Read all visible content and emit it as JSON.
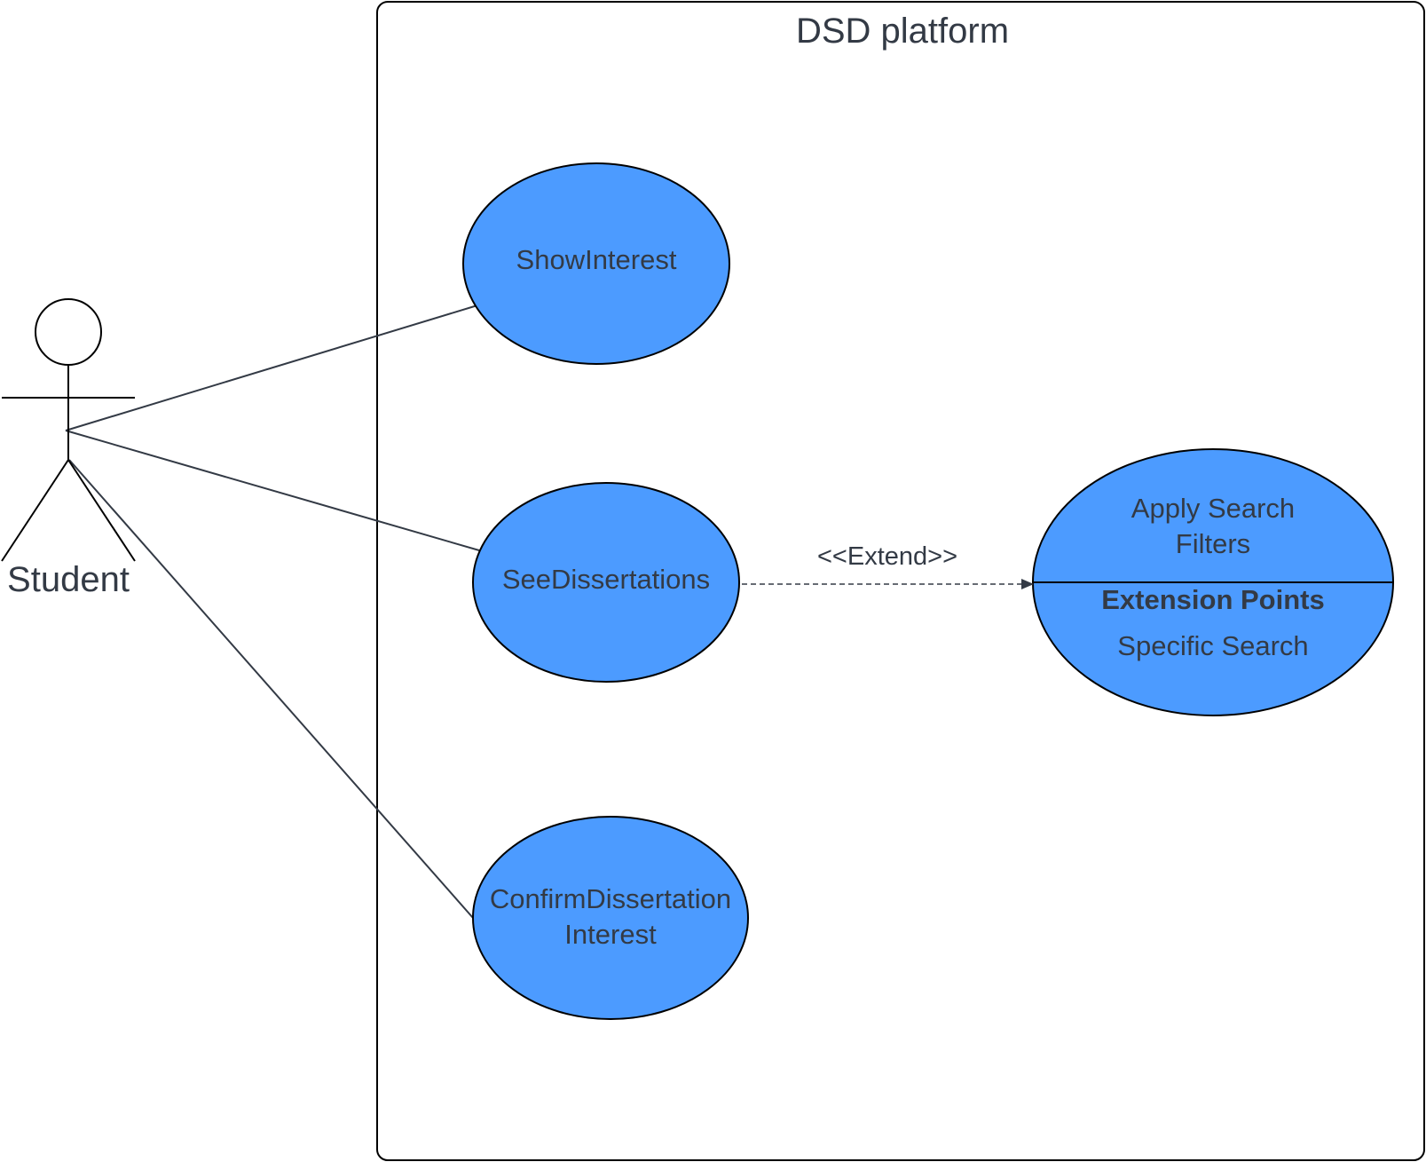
{
  "system": {
    "title": "DSD platform"
  },
  "actor": {
    "name": "Student"
  },
  "use_cases": {
    "show_interest": "ShowInterest",
    "see_dissertations": "SeeDissertations",
    "confirm_interest_line1": "ConfirmDissertation",
    "confirm_interest_line2": "Interest",
    "apply_filters_line1": "Apply Search",
    "apply_filters_line2": "Filters",
    "extension_points_heading": "Extension Points",
    "extension_point_1": "Specific Search"
  },
  "relationships": {
    "extend_label": "<<Extend>>"
  },
  "colors": {
    "use_case_fill": "#4c9bff",
    "line": "#333a45",
    "background": "#ffffff"
  }
}
